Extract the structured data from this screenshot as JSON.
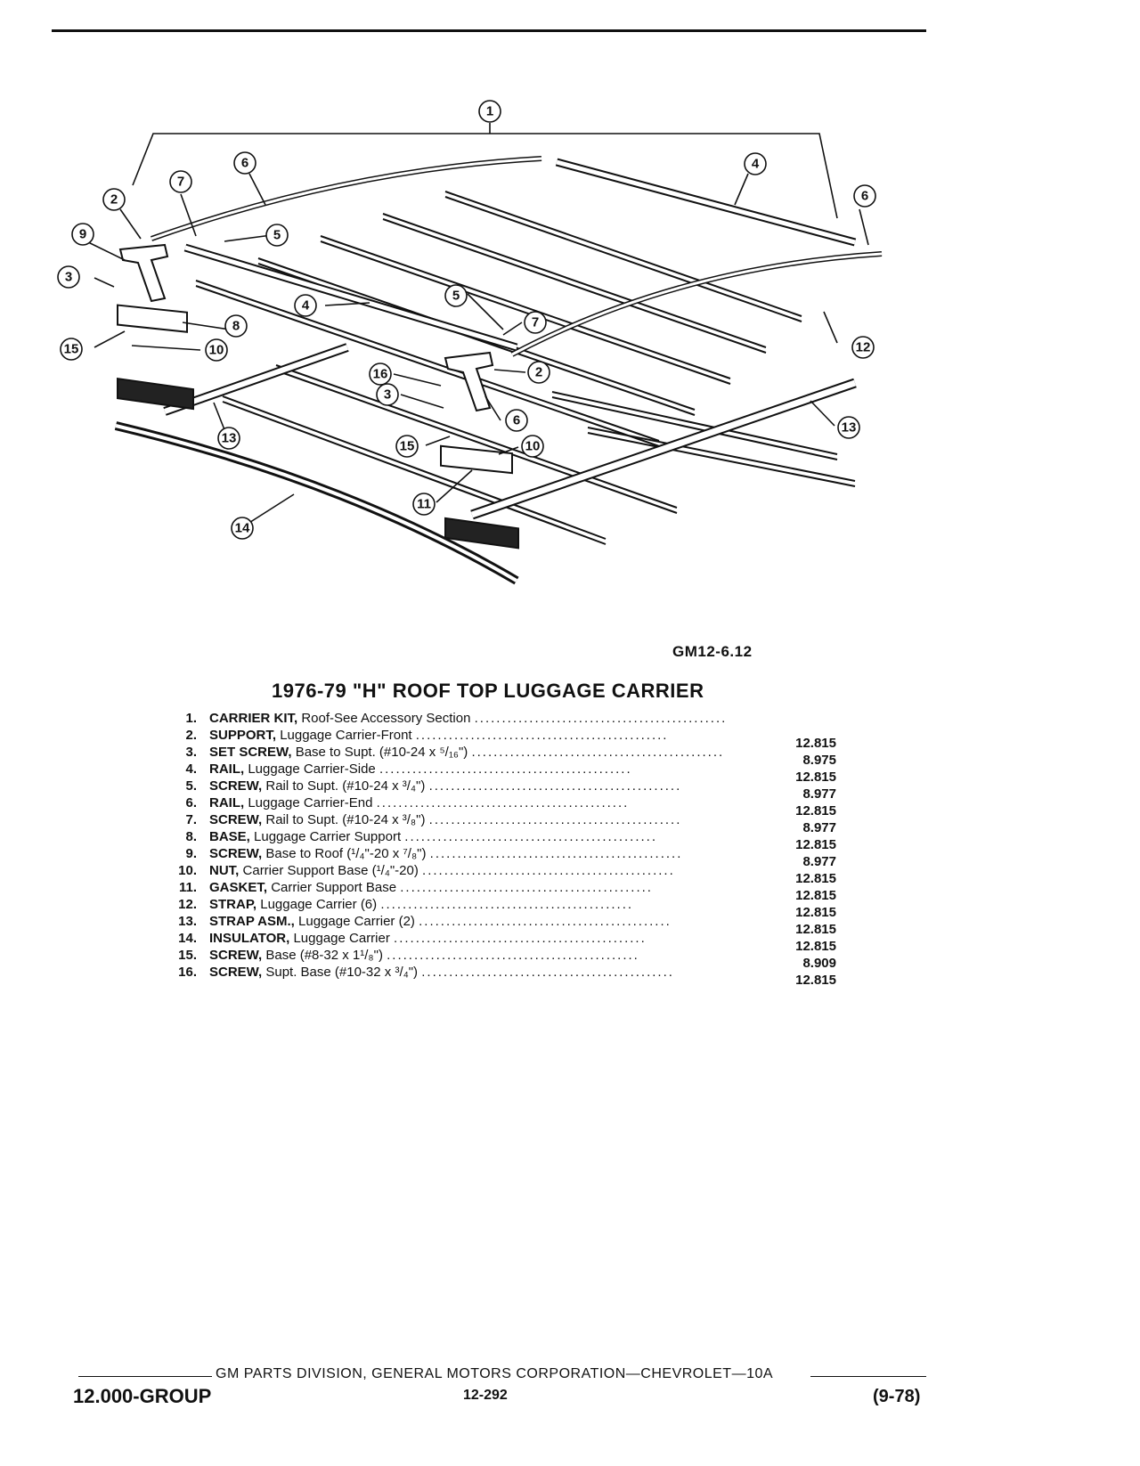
{
  "figure": {
    "code": "GM12-6.12",
    "callouts": [
      "1",
      "2",
      "3",
      "4",
      "5",
      "6",
      "7",
      "8",
      "9",
      "10",
      "11",
      "12",
      "13",
      "14",
      "15",
      "16"
    ]
  },
  "title": "1976-79 \"H\" ROOF TOP LUGGAGE CARRIER",
  "parts": [
    {
      "num": "1.",
      "name": "CARRIER KIT,",
      "desc": "Roof-See Accessory Section",
      "group": ""
    },
    {
      "num": "2.",
      "name": "SUPPORT,",
      "desc": "Luggage Carrier-Front",
      "group": "12.815"
    },
    {
      "num": "3.",
      "name": "SET SCREW,",
      "desc": "Base to Supt. (#10-24 x ⁵/₁₆\")",
      "group": "8.975"
    },
    {
      "num": "4.",
      "name": "RAIL,",
      "desc": "Luggage Carrier-Side",
      "group": "12.815"
    },
    {
      "num": "5.",
      "name": "SCREW,",
      "desc": "Rail to Supt. (#10-24 x ³/₄\")",
      "group": "8.977"
    },
    {
      "num": "6.",
      "name": "RAIL,",
      "desc": "Luggage Carrier-End",
      "group": "12.815"
    },
    {
      "num": "7.",
      "name": "SCREW,",
      "desc": "Rail to Supt. (#10-24 x ³/₈\")",
      "group": "8.977"
    },
    {
      "num": "8.",
      "name": "BASE,",
      "desc": "Luggage Carrier Support",
      "group": "12.815"
    },
    {
      "num": "9.",
      "name": "SCREW,",
      "desc": "Base to Roof (¹/₄\"-20 x ⁷/₈\")",
      "group": "8.977"
    },
    {
      "num": "10.",
      "name": "NUT,",
      "desc": "Carrier Support Base (¹/₄\"-20)",
      "group": "12.815"
    },
    {
      "num": "11.",
      "name": "GASKET,",
      "desc": "Carrier Support Base",
      "group": "12.815"
    },
    {
      "num": "12.",
      "name": "STRAP,",
      "desc": "Luggage Carrier (6)",
      "group": "12.815"
    },
    {
      "num": "13.",
      "name": "STRAP ASM.,",
      "desc": "Luggage Carrier (2)",
      "group": "12.815"
    },
    {
      "num": "14.",
      "name": "INSULATOR,",
      "desc": "Luggage Carrier",
      "group": "12.815"
    },
    {
      "num": "15.",
      "name": "SCREW,",
      "desc": "Base (#8-32 x 1¹/₈\")",
      "group": "8.909"
    },
    {
      "num": "16.",
      "name": "SCREW,",
      "desc": "Supt. Base (#10-32 x ³/₄\")",
      "group": "12.815"
    }
  ],
  "footer": {
    "center": "GM PARTS DIVISION, GENERAL MOTORS CORPORATION—CHEVROLET—10A",
    "group": "12.000-GROUP",
    "page": "12-292",
    "date": "(9-78)"
  }
}
